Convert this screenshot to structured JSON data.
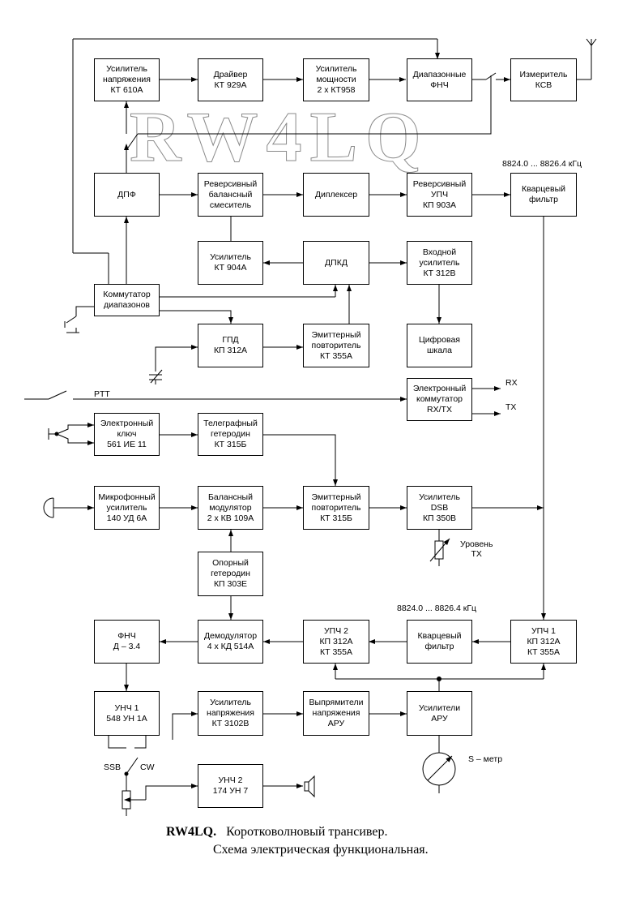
{
  "watermark": "RW4LQ",
  "blocks": {
    "usil_napr_1": "Усилитель\nнапряжения\nКТ 610А",
    "driver": "Драйвер\nКТ 929А",
    "usil_mosch": "Усилитель\nмощности\n2 x КТ958",
    "fnch_diap": "Диапазонные\nФНЧ",
    "izmer_ksv": "Измеритель\nКСВ",
    "dpf": "ДПФ",
    "rev_mix": "Реверсивный\nбалансный\nсмеситель",
    "diplexer": "Диплексер",
    "rev_upch": "Реверсивный\nУПЧ\nКП 903А",
    "kvarc_1": "Кварцевый\nфильтр",
    "usil_904": "Усилитель\nКТ 904А",
    "dpkd": "ДПКД",
    "vhod_usil": "Входной\nусилитель\nКТ 312В",
    "kommutator_diap": "Коммутатор\nдиапазонов",
    "gpd": "ГПД\nКП 312А",
    "emit_355": "Эмиттерный\nповторитель\nКТ 355А",
    "cifr_shkala": "Цифровая\nшкала",
    "el_kommutator": "Электронный\nкоммутатор\nRX/TX",
    "el_kluch": "Электронный\nключ\n561 ИЕ 11",
    "telegr_get": "Телеграфный\nгетеродин\nКТ 315Б",
    "mic_usil": "Микрофонный\nусилитель\n140 УД 6А",
    "bal_mod": "Балансный\nмодулятор\n2 x КВ 109А",
    "emit_315": "Эмиттерный\nповторитель\nКТ 315Б",
    "usil_dsb": "Усилитель\nDSB\nКП 350В",
    "opor_get": "Опорный\nгетеродин\nКП 303Е",
    "fnch_d34": "ФНЧ\nД – 3.4",
    "demod": "Демодулятор\n4 x КД 514А",
    "upch2": "УПЧ 2\nКП 312А\nКТ 355А",
    "kvarc_2": "Кварцевый\nфильтр",
    "upch1": "УПЧ 1\nКП 312А\nКТ 355А",
    "unch1": "УНЧ 1\n548 УН 1А",
    "usil_3102": "Усилитель\nнапряжения\nКТ 3102В",
    "vypr": "Выпрямители\nнапряжения\nАРУ",
    "usil_aru": "Усилители\nАРУ",
    "unch2": "УНЧ 2\n174 УН 7"
  },
  "labels": {
    "freq_top": "8824.0 ... 8826.4 кГц",
    "freq_bottom": "8824.0 ... 8826.4 кГц",
    "rx": "RX",
    "tx": "TX",
    "ptt": "PTT",
    "level_tx": "Уровень\nTX",
    "s_meter": "S – метр",
    "ssb": "SSB",
    "cw": "CW"
  },
  "caption": {
    "title": "RW4LQ.",
    "line1": "Коротковолновый  трансивер.",
    "line2": "Схема электрическая функциональная."
  }
}
